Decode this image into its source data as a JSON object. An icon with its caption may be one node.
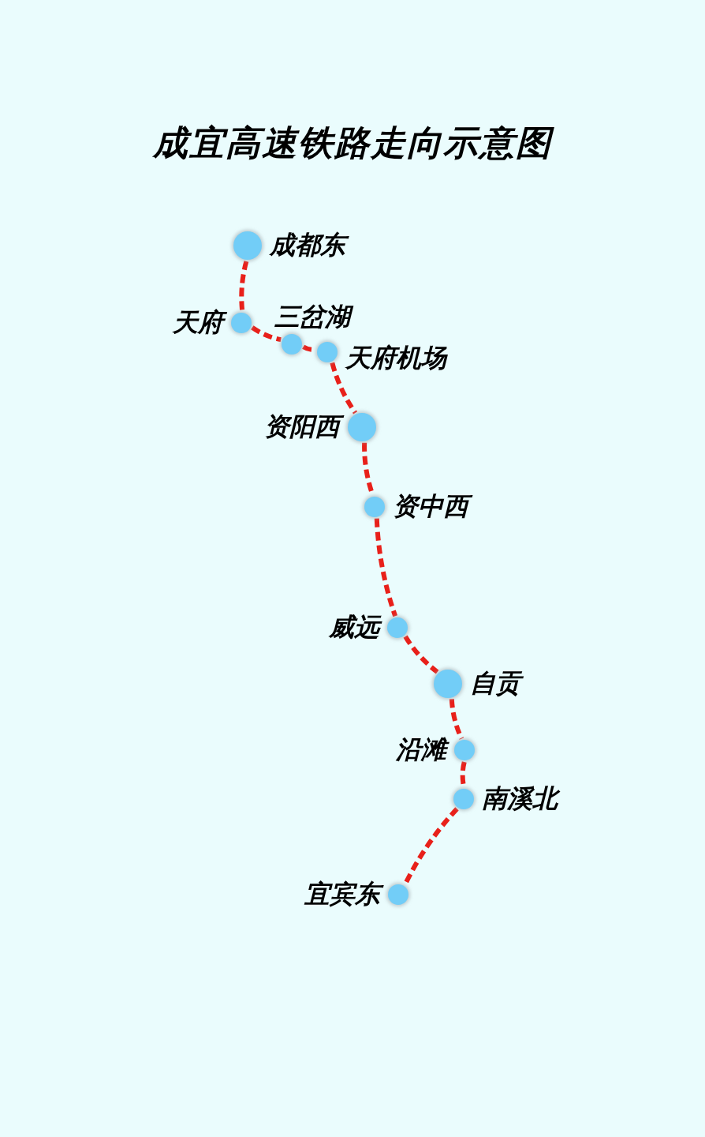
{
  "diagram": {
    "title": "成宜高速铁路走向示意图",
    "nodes": [
      {
        "text": [
          "成都东"
        ]
      },
      {
        "text": [
          "天府"
        ]
      },
      {
        "text": [
          "三岔湖"
        ]
      },
      {
        "text": [
          "天府机场"
        ]
      },
      {
        "text": [
          "资阳西"
        ]
      },
      {
        "text": [
          "资中西"
        ]
      },
      {
        "text": [
          "威远"
        ]
      },
      {
        "text": [
          "自贡"
        ]
      },
      {
        "text": [
          "沿滩"
        ]
      },
      {
        "text": [
          "南溪北"
        ]
      },
      {
        "text": [
          "宜宾东"
        ]
      }
    ],
    "edges": [
      {
        "from": 0,
        "to": 1,
        "arrow": "none"
      },
      {
        "from": 1,
        "to": 2,
        "arrow": "none"
      },
      {
        "from": 2,
        "to": 3,
        "arrow": "none"
      },
      {
        "from": 3,
        "to": 4,
        "arrow": "none"
      },
      {
        "from": 4,
        "to": 5,
        "arrow": "none"
      },
      {
        "from": 5,
        "to": 6,
        "arrow": "none"
      },
      {
        "from": 6,
        "to": 7,
        "arrow": "none"
      },
      {
        "from": 7,
        "to": 8,
        "arrow": "none"
      },
      {
        "from": 8,
        "to": 9,
        "arrow": "none"
      },
      {
        "from": 9,
        "to": 10,
        "arrow": "none"
      }
    ]
  }
}
